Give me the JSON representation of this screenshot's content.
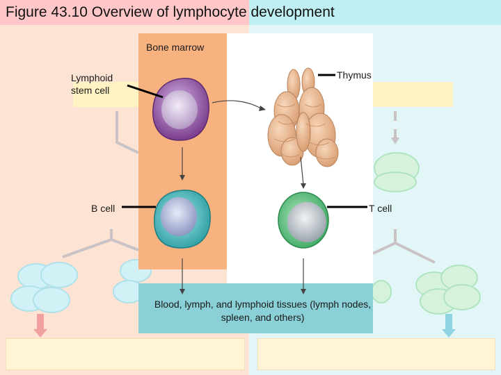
{
  "title": "Figure 43.10 Overview of lymphocyte development",
  "labels": {
    "bone_marrow": "Bone marrow",
    "lymphoid_stem_cell": "Lymphoid stem cell",
    "thymus": "Thymus",
    "b_cell": "B cell",
    "t_cell": "T cell",
    "blood_lymph": "Blood, lymph, and lymphoid tissues (lymph nodes, spleen, and others)"
  },
  "colors": {
    "title_left": "#ffc7c7",
    "title_right": "#bfeff2",
    "bone_marrow": "#f7b27f",
    "blood_box": "#8ad0d6",
    "stem_cell": "#9b5aa8",
    "b_cell": "#5ec3c4",
    "t_cell": "#6cc88a",
    "thymus": "#e9b88f"
  }
}
